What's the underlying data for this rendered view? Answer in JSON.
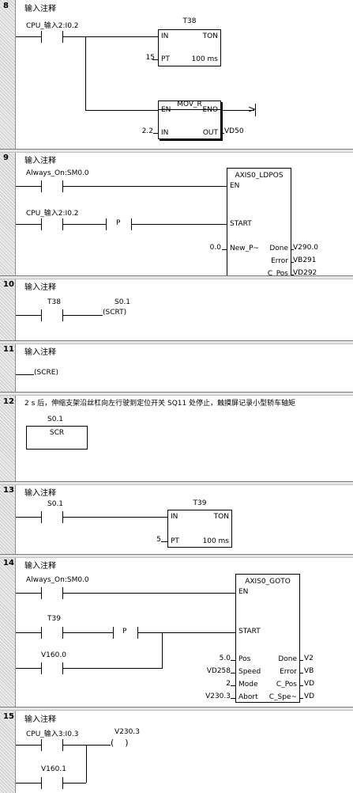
{
  "networks": [
    {
      "number": "8",
      "comment": "输入注释",
      "contact": "CPU_输入2:I0.2",
      "timer": {
        "name": "T38",
        "in": "IN",
        "type": "TON",
        "pt_value": "15",
        "pt": "PT",
        "unit": "100 ms"
      },
      "mov": {
        "name": "MOV_R",
        "en": "EN",
        "eno": "ENO",
        "in_value": "2.2",
        "in": "IN",
        "out": "OUT",
        "out_value": "VD50"
      }
    },
    {
      "number": "9",
      "comment": "输入注释",
      "contact1": "Always_On:SM0.0",
      "contact2": "CPU_输入2:I0.2",
      "p_label": "P",
      "block": {
        "name": "AXIS0_LDPOS",
        "en": "EN",
        "start": "START",
        "in_value": "0.0",
        "in_pin": "New_P~",
        "done_pin": "Done",
        "done_value": "V290.0",
        "error_pin": "Error",
        "error_value": "VB291",
        "cpos_pin": "C_Pos",
        "cpos_value": "VD292"
      }
    },
    {
      "number": "10",
      "comment": "输入注释",
      "contact": "T38",
      "coil_addr": "S0.1",
      "coil_text": "SCRT"
    },
    {
      "number": "11",
      "comment": "输入注释",
      "coil_text": "SCRE"
    },
    {
      "number": "12",
      "comment": "2 s 后，伸缩支架沿丝杠向左行驶到定位开关 SQ11 处停止，触摸屏记录小型轿车轴矩",
      "scr_addr": "S0.1",
      "scr_text": "SCR"
    },
    {
      "number": "13",
      "comment": "输入注释",
      "contact": "S0.1",
      "timer": {
        "name": "T39",
        "in": "IN",
        "type": "TON",
        "pt_value": "5",
        "pt": "PT",
        "unit": "100 ms"
      }
    },
    {
      "number": "14",
      "comment": "输入注释",
      "contact1": "Always_On:SM0.0",
      "contact2": "T39",
      "contact3": "V160.0",
      "p_label": "P",
      "block": {
        "name": "AXIS0_GOTO",
        "en": "EN",
        "start": "START",
        "pos_value": "5.0",
        "pos_pin": "Pos",
        "speed_value": "VD258",
        "speed_pin": "Speed",
        "mode_value": "2",
        "mode_pin": "Mode",
        "abort_value": "V230.3",
        "abort_pin": "Abort",
        "done_pin": "Done",
        "done_value": "V2",
        "error_pin": "Error",
        "error_value": "VB",
        "cpos_pin": "C_Pos",
        "cpos_value": "VD",
        "cspe_pin": "C_Spe~",
        "cspe_value": "VD"
      }
    },
    {
      "number": "15",
      "comment": "输入注释",
      "contact1": "CPU_输入3:I0.3",
      "coil_addr": "V230.3",
      "contact2": "V160.1"
    }
  ]
}
